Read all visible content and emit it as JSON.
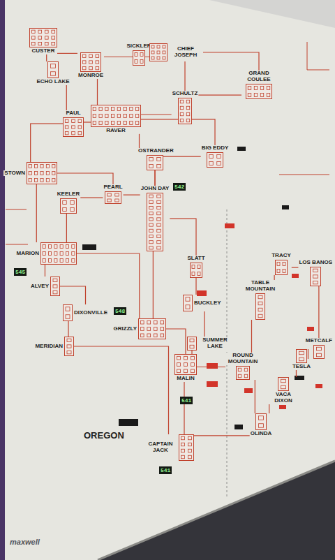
{
  "diagram": {
    "nodes": [
      {
        "text": [
          "CUSTER"
        ]
      },
      {
        "text": [
          "ECHO LAKE"
        ]
      },
      {
        "text": [
          "MONROE"
        ]
      },
      {
        "text": [
          "SICKLER"
        ]
      },
      {
        "text": [
          "CHIEF JOSEPH"
        ]
      },
      {
        "text": [
          "SCHULTZ"
        ]
      },
      {
        "text": [
          "GRAND COULEE"
        ]
      },
      {
        "text": [
          "PAUL"
        ]
      },
      {
        "text": [
          "RAVER"
        ]
      },
      {
        "text": [
          "OSTRANDER"
        ]
      },
      {
        "text": [
          "BIG EDDY"
        ]
      },
      {
        "text": [
          "JOHN DAY"
        ]
      },
      {
        "text": [
          "STOWN"
        ]
      },
      {
        "text": [
          "PEARL"
        ]
      },
      {
        "text": [
          "KEELER"
        ]
      },
      {
        "text": [
          "MARION"
        ]
      },
      {
        "text": [
          "ALVEY"
        ]
      },
      {
        "text": [
          "DIXONVILLE"
        ]
      },
      {
        "text": [
          "MERIDIAN"
        ]
      },
      {
        "text": [
          "GRIZZLY"
        ]
      },
      {
        "text": [
          "SLATT"
        ]
      },
      {
        "text": [
          "BUCKLEY"
        ]
      },
      {
        "text": [
          "SUMMER LAKE"
        ]
      },
      {
        "text": [
          "MALIN"
        ]
      },
      {
        "text": [
          "CAPTAIN JACK"
        ]
      },
      {
        "text": [
          "ROUND MOUNTAIN"
        ]
      },
      {
        "text": [
          "TABLE MOUNTAIN"
        ]
      },
      {
        "text": [
          "TRACY"
        ]
      },
      {
        "text": [
          "LOS BANOS"
        ]
      },
      {
        "text": [
          "TESLA"
        ]
      },
      {
        "text": [
          "METCALF"
        ]
      },
      {
        "text": [
          "OLINDA"
        ]
      },
      {
        "text": [
          "VACA DIXON"
        ]
      }
    ],
    "edges": [
      {
        "from": 0,
        "to": 1,
        "arrow": "none"
      },
      {
        "from": 0,
        "to": 2,
        "arrow": "none"
      },
      {
        "from": 1,
        "to": 7,
        "arrow": "none"
      },
      {
        "from": 2,
        "to": 4,
        "arrow": "none"
      },
      {
        "from": 2,
        "to": 8,
        "arrow": "none"
      },
      {
        "from": 3,
        "to": 4,
        "arrow": "none"
      },
      {
        "from": 4,
        "to": 5,
        "arrow": "none"
      },
      {
        "from": 4,
        "to": 6,
        "arrow": "none"
      },
      {
        "from": 5,
        "to": 6,
        "arrow": "none"
      },
      {
        "from": 5,
        "to": 8,
        "arrow": "none"
      },
      {
        "from": 7,
        "to": 8,
        "arrow": "none"
      },
      {
        "from": 7,
        "to": 12,
        "arrow": "none"
      },
      {
        "from": 8,
        "to": 9,
        "arrow": "none"
      },
      {
        "from": 8,
        "to": 10,
        "arrow": "none"
      },
      {
        "from": 9,
        "to": 11,
        "arrow": "none"
      },
      {
        "from": 10,
        "to": 11,
        "arrow": "none"
      },
      {
        "from": 12,
        "to": 13,
        "arrow": "none"
      },
      {
        "from": 13,
        "to": 11,
        "arrow": "none"
      },
      {
        "from": 12,
        "to": 15,
        "arrow": "none"
      },
      {
        "from": 14,
        "to": 15,
        "arrow": "none"
      },
      {
        "from": 13,
        "to": 14,
        "arrow": "none"
      },
      {
        "from": 15,
        "to": 16,
        "arrow": "none"
      },
      {
        "from": 16,
        "to": 17,
        "arrow": "none"
      },
      {
        "from": 17,
        "to": 18,
        "arrow": "none"
      },
      {
        "from": 18,
        "to": 24,
        "arrow": "none"
      },
      {
        "from": 15,
        "to": 19,
        "arrow": "none"
      },
      {
        "from": 19,
        "to": 11,
        "arrow": "none"
      },
      {
        "from": 11,
        "to": 20,
        "arrow": "none"
      },
      {
        "from": 20,
        "to": 21,
        "arrow": "none"
      },
      {
        "from": 21,
        "to": 22,
        "arrow": "none"
      },
      {
        "from": 19,
        "to": 23,
        "arrow": "none"
      },
      {
        "from": 22,
        "to": 23,
        "arrow": "none"
      },
      {
        "from": 23,
        "to": 24,
        "arrow": "none"
      },
      {
        "from": 23,
        "to": 25,
        "arrow": "none"
      },
      {
        "from": 25,
        "to": 31,
        "arrow": "none"
      },
      {
        "from": 24,
        "to": 31,
        "arrow": "none"
      },
      {
        "from": 26,
        "to": 27,
        "arrow": "none"
      },
      {
        "from": 27,
        "to": 28,
        "arrow": "none"
      },
      {
        "from": 31,
        "to": 32,
        "arrow": "none"
      },
      {
        "from": 32,
        "to": 29,
        "arrow": "none"
      },
      {
        "from": 29,
        "to": 30,
        "arrow": "none"
      },
      {
        "from": 28,
        "to": 30,
        "arrow": "none"
      },
      {
        "from": 26,
        "to": 25,
        "arrow": "none"
      }
    ],
    "labels": [
      "542",
      "545",
      "548",
      "541",
      "541",
      "OREGON",
      "maxwell"
    ]
  }
}
